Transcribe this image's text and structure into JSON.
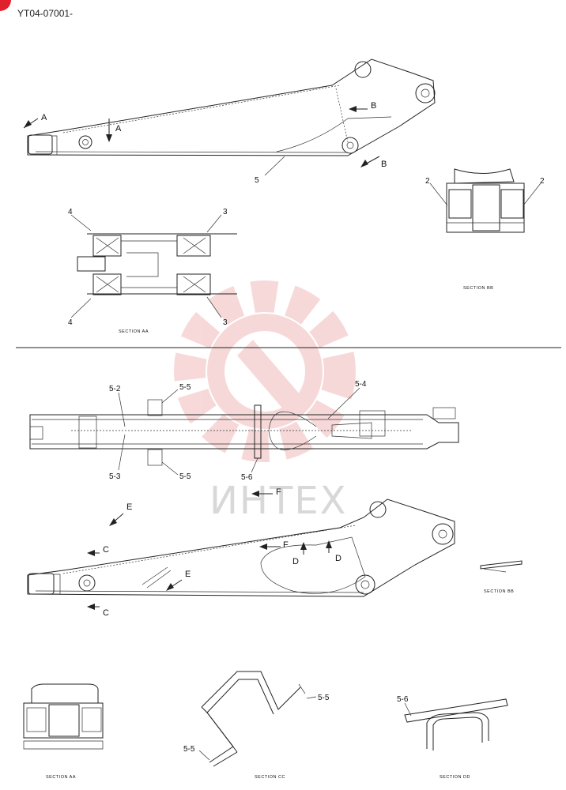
{
  "doc_code": "YT04-07001-",
  "watermark_text": "ИНТЕХ",
  "colors": {
    "line": "#222222",
    "watermark_red": "#f2b9b9",
    "watermark_grey": "#d8d8d8",
    "corner": "#e0202a"
  },
  "top_view": {
    "section_markers": {
      "a": "A",
      "b": "B"
    },
    "callouts": {
      "item_5": "5"
    },
    "section_aa": {
      "title": "SECTION AA",
      "left_upper": "4",
      "left_lower": "4",
      "right_upper": "3",
      "right_lower": "3"
    },
    "section_bb": {
      "title": "SECTION BB",
      "left": "2",
      "right": "2"
    }
  },
  "bottom_view": {
    "plan_callouts": {
      "c52": "5-2",
      "c53": "5-3",
      "c55_top": "5-5",
      "c55_bottom": "5-5",
      "c54": "5-4",
      "c56": "5-6"
    },
    "section_markers": {
      "c": "C",
      "d": "D",
      "e": "E",
      "f": "F"
    },
    "small_sections": {
      "bb": "SECTION BB",
      "aa": "SECTION AA",
      "cc": "SECTION CC",
      "dd": "SECTION DD"
    },
    "detail_callouts": {
      "cc_upper": "5-5",
      "cc_lower": "5-5",
      "dd": "5-6"
    }
  }
}
